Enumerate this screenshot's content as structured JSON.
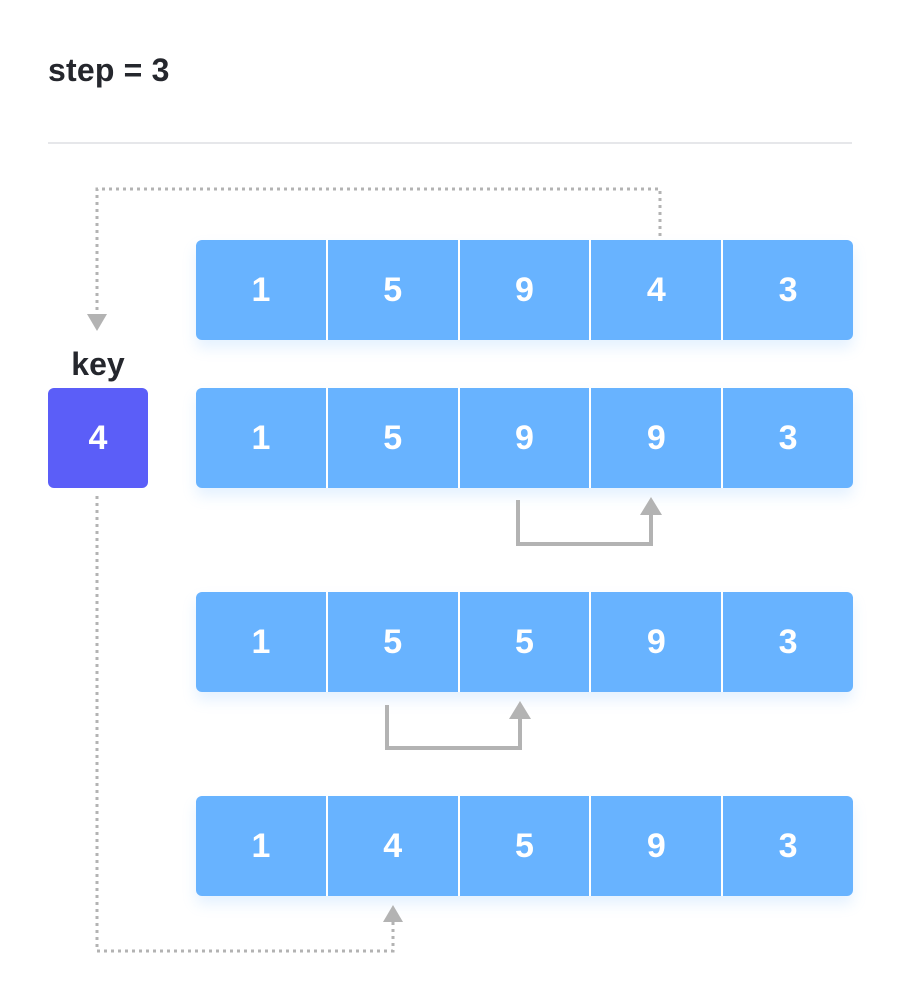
{
  "title": "step = 3",
  "key": {
    "label": "key",
    "value": "4"
  },
  "rows": [
    {
      "cells": [
        "1",
        "5",
        "9",
        "4",
        "3"
      ]
    },
    {
      "cells": [
        "1",
        "5",
        "9",
        "9",
        "3"
      ]
    },
    {
      "cells": [
        "1",
        "5",
        "5",
        "9",
        "3"
      ]
    },
    {
      "cells": [
        "1",
        "4",
        "5",
        "9",
        "3"
      ]
    }
  ],
  "colors": {
    "cell": "#68b3ff",
    "key_box": "#5b5ef8",
    "text_dark": "#25272d",
    "arrow": "#b3b3b3",
    "divider": "#e6e7ea"
  },
  "arrows": [
    {
      "type": "dotted",
      "name": "key-pick-arrow",
      "from": "row-1-cell-4",
      "to": "key"
    },
    {
      "type": "solid",
      "name": "shift-arrow-1",
      "from": "row-2-cell-3",
      "to": "row-2-cell-4"
    },
    {
      "type": "solid",
      "name": "shift-arrow-2",
      "from": "row-3-cell-2",
      "to": "row-3-cell-3"
    },
    {
      "type": "dotted",
      "name": "key-insert-arrow",
      "from": "key",
      "to": "row-4-cell-2"
    }
  ]
}
